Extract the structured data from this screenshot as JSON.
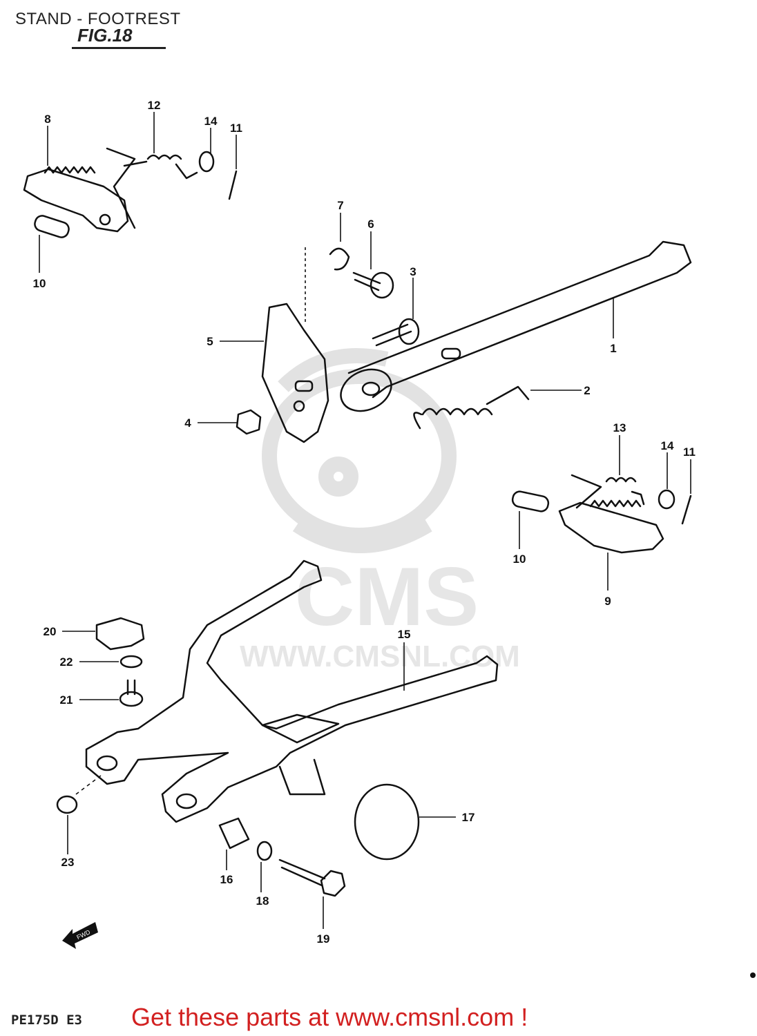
{
  "header": {
    "title": "STAND - FOOTREST",
    "figure": "FIG.18"
  },
  "footer": {
    "model_code": "PE175D E3",
    "call_to_action": "Get these parts at www.cmsnl.com !"
  },
  "watermark": {
    "brand": "CMS",
    "url": "WWW.CMSNL.COM"
  },
  "callouts": {
    "c1": "1",
    "c2": "2",
    "c3": "3",
    "c4": "4",
    "c5": "5",
    "c6": "6",
    "c7": "7",
    "c8": "8",
    "c9": "9",
    "c10a": "10",
    "c10b": "10",
    "c11a": "11",
    "c11b": "11",
    "c12": "12",
    "c13": "13",
    "c14a": "14",
    "c14b": "14",
    "c15": "15",
    "c16": "16",
    "c17": "17",
    "c18": "18",
    "c19": "19",
    "c20": "20",
    "c21": "21",
    "c22": "22",
    "c23": "23"
  },
  "direction_marker": "FWD",
  "colors": {
    "line": "#111111",
    "cta": "#d22020",
    "watermark": "#e6e6e6"
  }
}
